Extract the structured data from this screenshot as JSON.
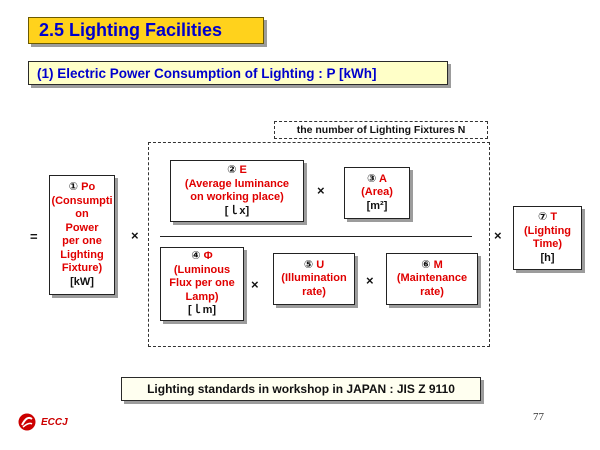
{
  "title": "2.5  Lighting Facilities",
  "subtitle": "(1) Electric Power Consumption of Lighting : P [kWh]",
  "fixtures_label": "the number of Lighting Fixtures  N",
  "operators": {
    "equals": "=",
    "times": "×"
  },
  "factors": {
    "po": {
      "marker": "①",
      "symbol": "Po",
      "desc": "(Consumpti\non\nPower\nper one\nLighting\nFixture)",
      "unit": "[kW]"
    },
    "e": {
      "marker": "②",
      "symbol": "E",
      "desc": "(Average luminance\non working place)",
      "unit": "[ｌx]"
    },
    "a": {
      "marker": "③",
      "symbol": "A",
      "desc": "(Area)",
      "unit": "[m²]"
    },
    "phi": {
      "marker": "④",
      "symbol": "Φ",
      "desc": "(Luminous\nFlux per one\nLamp)",
      "unit": "[ｌm]"
    },
    "u": {
      "marker": "⑤",
      "symbol": "U",
      "desc": "(Illumination\nrate)",
      "unit": ""
    },
    "m": {
      "marker": "⑥",
      "symbol": "M",
      "desc": "(Maintenance\nrate)",
      "unit": ""
    },
    "t": {
      "marker": "⑦",
      "symbol": "T",
      "desc": "(Lighting\nTime)",
      "unit": "[h]"
    }
  },
  "standards": "Lighting standards  in workshop  in JAPAN : JIS Z 9110",
  "page_number": "77",
  "logo_text": "ECCJ",
  "colors": {
    "title_bg": "#ffd21c",
    "title_text": "#0000cc",
    "highlight": "#e00000"
  }
}
